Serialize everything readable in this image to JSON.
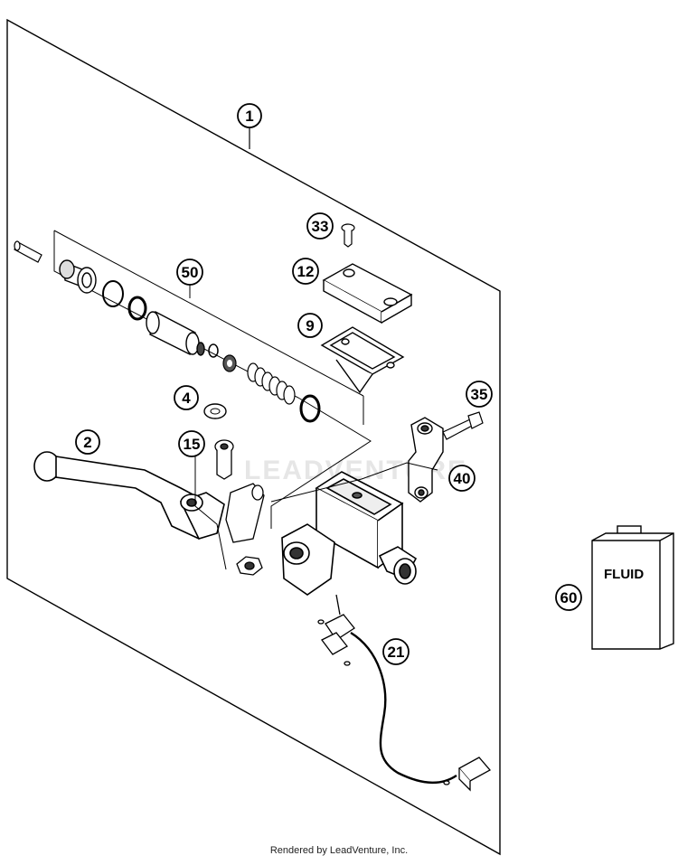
{
  "callouts": {
    "c1": "1",
    "c2": "2",
    "c4": "4",
    "c9": "9",
    "c12": "12",
    "c15": "15",
    "c21": "21",
    "c33": "33",
    "c35": "35",
    "c40": "40",
    "c50": "50",
    "c60": "60"
  },
  "fluid_label": "FLUID",
  "watermark": "LEADVENTURE",
  "footer": "Rendered by LeadVenture, Inc."
}
